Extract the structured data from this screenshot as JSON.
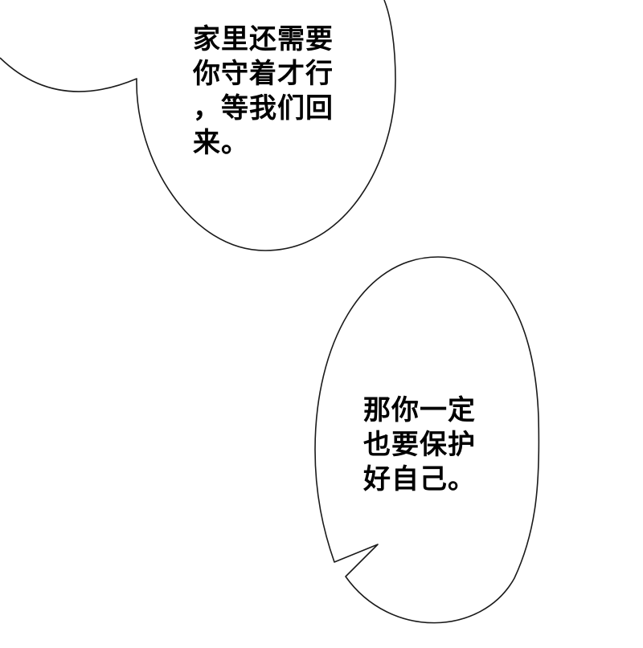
{
  "bubble_top": {
    "lines": [
      "家里还需要",
      "你守着才行",
      "，等我们回",
      "来。"
    ]
  },
  "bubble_bottom": {
    "lines": [
      "那你一定",
      "也要保护",
      "好自己。"
    ]
  },
  "colors": {
    "background": "#ffffff",
    "outline": "#1a1a1a",
    "text": "#000000"
  }
}
